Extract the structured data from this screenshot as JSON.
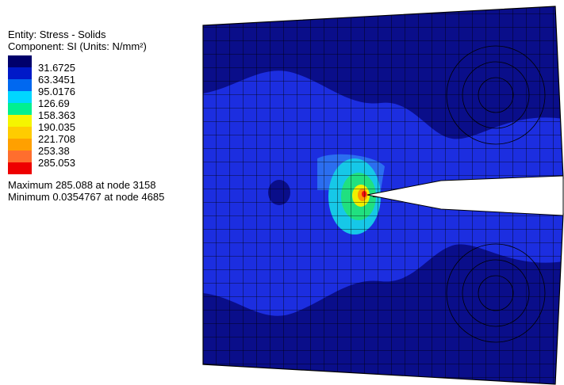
{
  "legend": {
    "entity_line": "Entity: Stress - Solids",
    "component_line": "Component: SI (Units: N/mm²)",
    "colors": [
      "#00006b",
      "#0019c8",
      "#0068f0",
      "#00d7ff",
      "#00f090",
      "#f5f500",
      "#ffcc00",
      "#ffa000",
      "#ff6e2e",
      "#ee0000"
    ],
    "levels": [
      "31.6725",
      "63.3451",
      "95.0176",
      "126.69",
      "158.363",
      "190.035",
      "221.708",
      "253.38",
      "285.053"
    ],
    "maximum_text": "Maximum 285.088 at node 3158",
    "minimum_text": "Minimum 0.0354767 at node 4685"
  },
  "viewport": {
    "title": "",
    "model_colors": {
      "background_band": "#0a0e8a",
      "mid_band": "#1c2ee0",
      "light_band": "#2b6ef0",
      "cyan": "#16c8e8",
      "green": "#20e080",
      "yellow": "#f0f000",
      "orange": "#ff9900",
      "red": "#ee1010",
      "mesh_line": "#000000"
    }
  }
}
